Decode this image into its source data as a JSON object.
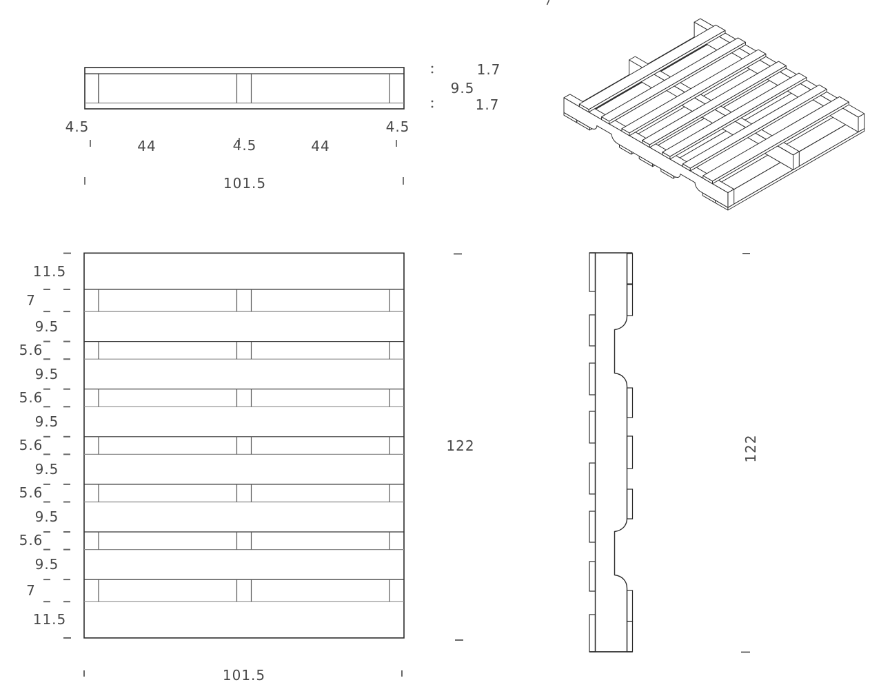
{
  "page": {
    "background": "#ffffff",
    "line_color": "#2b2b2b",
    "dim_color": "#484848"
  },
  "front_view": {
    "dim_top_board_thickness": "1.7",
    "dim_stringer_height": "9.5",
    "dim_bottom_board_thickness": "1.7",
    "dim_stringer_width_left": "4.5",
    "dim_opening_left": "44",
    "dim_stringer_width_center": "4.5",
    "dim_opening_right": "44",
    "dim_stringer_width_right": "4.5",
    "dim_overall_width": "101.5"
  },
  "plan_view": {
    "dim_rows": [
      "11.5",
      "7",
      "9.5",
      "5.6",
      "9.5",
      "5.6",
      "9.5",
      "5.6",
      "9.5",
      "5.6",
      "9.5",
      "5.6",
      "9.5",
      "7",
      "11.5"
    ],
    "dim_overall_length": "122",
    "dim_overall_width": "101.5"
  },
  "side_view": {
    "dim_overall_length": "122"
  }
}
